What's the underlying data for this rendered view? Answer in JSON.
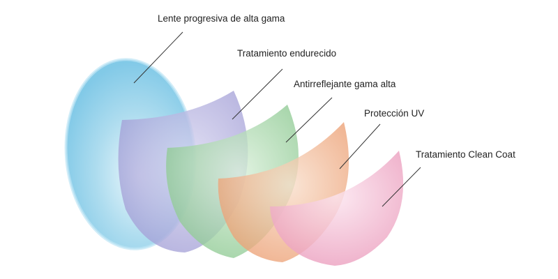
{
  "diagram": {
    "layers": [
      {
        "id": "lens",
        "label": "Lente progresiva de alta gama",
        "color": "#7EC8E6"
      },
      {
        "id": "hard",
        "label": "Tratamiento endurecido",
        "color": "#A7A4D8"
      },
      {
        "id": "ar",
        "label": "Antirreflejante gama alta",
        "color": "#8FCB93"
      },
      {
        "id": "uv",
        "label": "Protección UV",
        "color": "#EFA57A"
      },
      {
        "id": "clean",
        "label": "Tratamiento Clean Coat",
        "color": "#EFA7C4"
      }
    ],
    "line_color": "#333333"
  }
}
